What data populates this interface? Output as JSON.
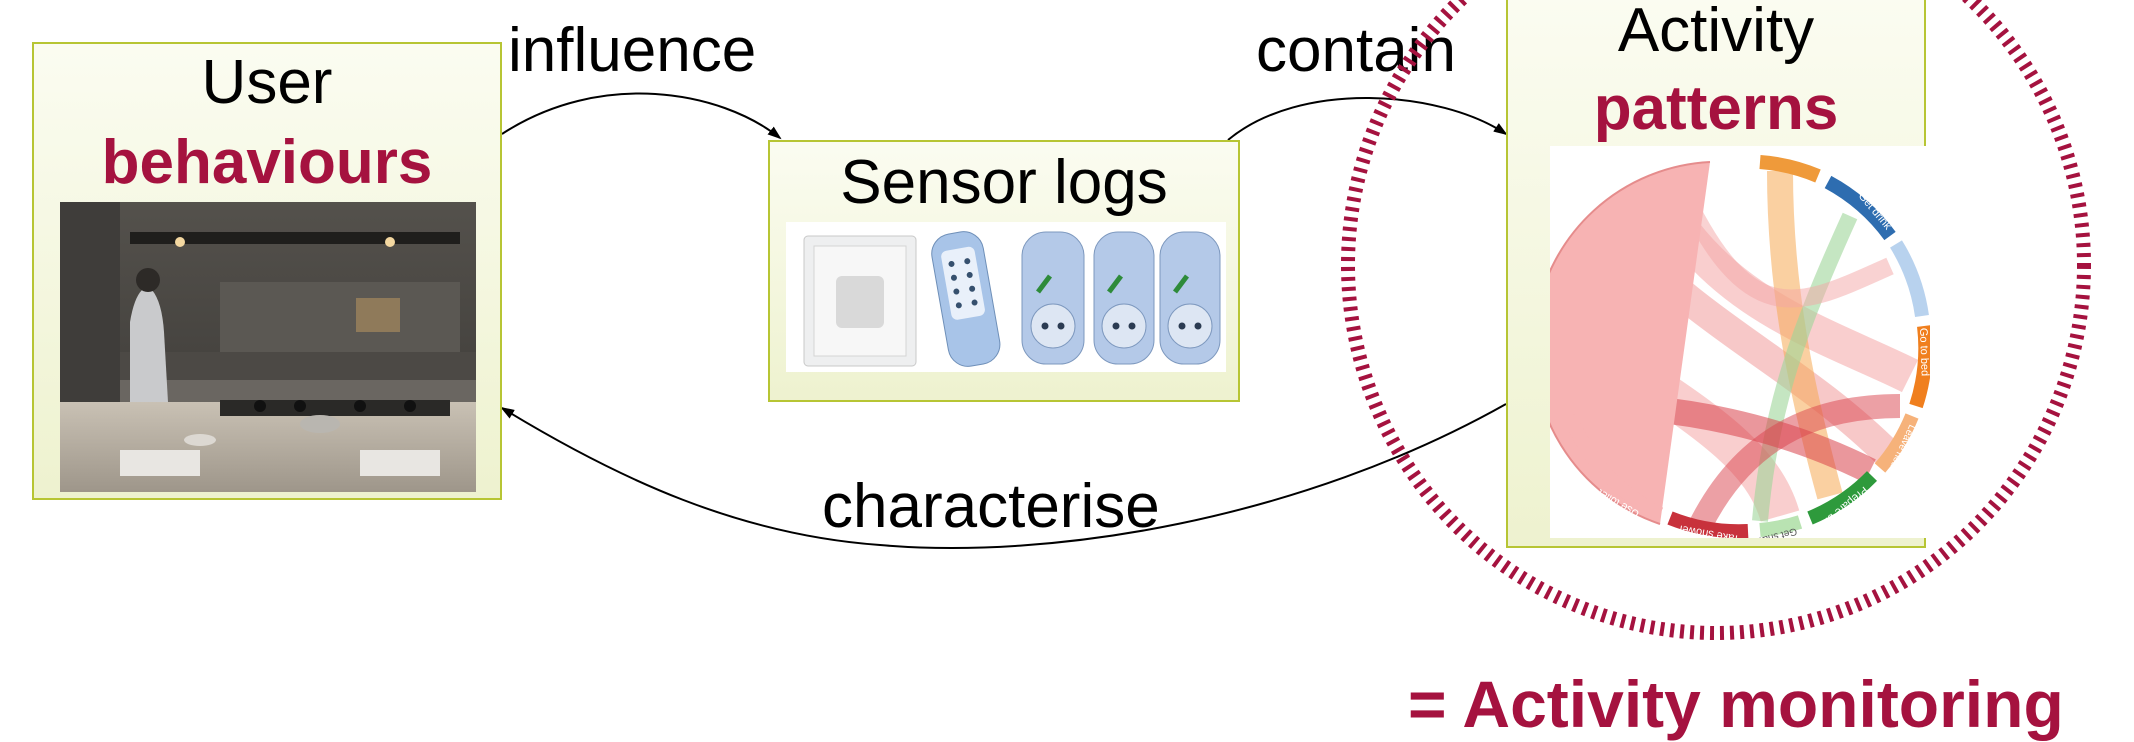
{
  "nodes": {
    "user": {
      "line1": "User",
      "line2": "behaviours"
    },
    "sensor": {
      "line1": "Sensor logs"
    },
    "activity": {
      "line1": "Activity",
      "line2": "patterns"
    }
  },
  "edges": {
    "influence": "influence",
    "contain": "contain",
    "characterise": "characterise"
  },
  "chord_labels": [
    "Brush teeth",
    "Get drink",
    "Go to bed",
    "Leave house",
    "Prepare breakfast",
    "Get snack",
    "Take shower",
    "Use toilet"
  ],
  "footer": "= Activity monitoring",
  "colors": {
    "accent": "#a5123f",
    "box_border": "#b7c534"
  }
}
